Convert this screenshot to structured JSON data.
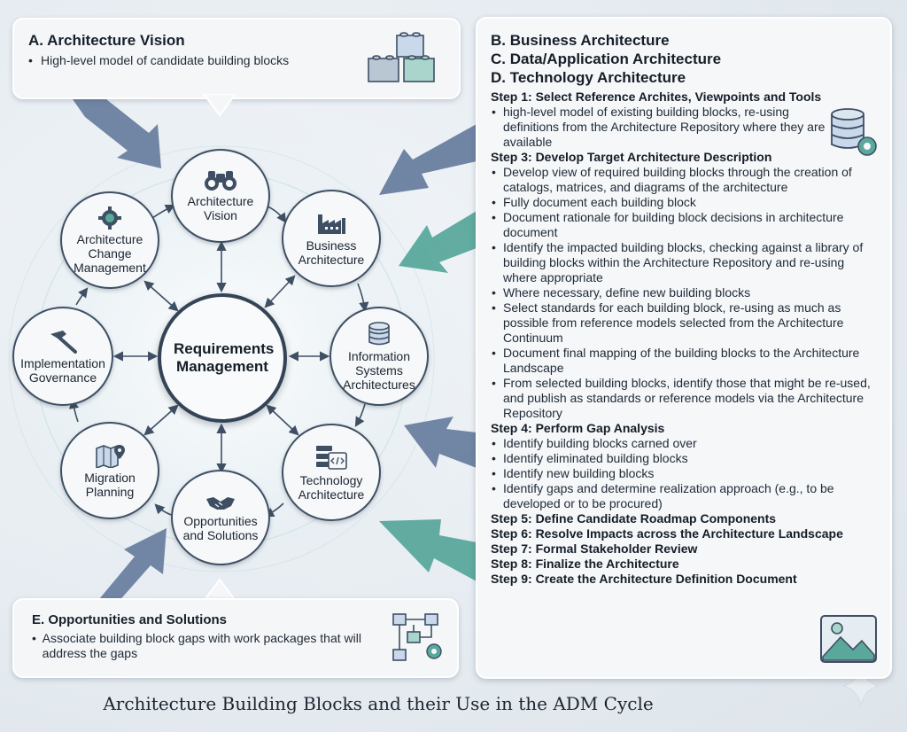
{
  "caption": "Architecture Building Blocks and their Use in the ADM Cycle",
  "colors": {
    "slate_arrow": "#6a7fa0",
    "teal_arrow": "#5aa89c",
    "node_border": "#3f5064",
    "icon_dark": "#3e4f63"
  },
  "callout_a": {
    "title": "A. Architecture Vision",
    "items": [
      "High-level model of candidate building blocks"
    ],
    "icon": "building-blocks-icon"
  },
  "callout_e": {
    "title": "E. Opportunities and Solutions",
    "items": [
      "Associate building block gaps with work packages that will address the gaps"
    ],
    "icon": "workflow-gear-icon"
  },
  "right_panel": {
    "headings": [
      "B. Business Architecture",
      "C. Data/Application Architecture",
      "D. Technology Architecture"
    ],
    "database_icon": "database-gear-icon",
    "image_icon": "image-icon",
    "steps": [
      {
        "title": "Step 1: Select Reference Archites, Viewpoints and Tools",
        "items": [
          "high-level model of existing building blocks, re-using definitions from the Architecture Repository where they are available"
        ]
      },
      {
        "title": "Step 3: Develop Target Architecture Description",
        "items": [
          "Develop view of required building blocks through the creation of catalogs, matrices, and diagrams of the architecture",
          "Fully document each building block",
          "Document rationale for building block decisions in architecture document",
          "Identify the impacted building blocks, checking against a library of building blocks within the Architecture Repository and re-using where appropriate",
          "Where necessary, define new building blocks",
          "Select standards for each building block, re-using as much as possible from reference models selected from the Architecture Continuum",
          "Document final mapping of the building blocks to the Architecture Landscape",
          "From selected building blocks, identify those that might be re-used, and publish as standards or reference models via the Architecture Repository"
        ]
      },
      {
        "title": "Step 4: Perform Gap Analysis",
        "items": [
          "Identify building blocks carned over",
          "Identify eliminated building blocks",
          "Identify new building blocks",
          "Identify gaps and determine realization approach (e.g., to be developed or to be procured)"
        ]
      },
      {
        "title": "Step 5: Define Candidate Roadmap Components",
        "items": []
      },
      {
        "title": "Step 6: Resolve Impacts across the Architecture Landscape",
        "items": []
      },
      {
        "title": "Step 7: Formal Stakeholder Review",
        "items": []
      },
      {
        "title": "Step 8: Finalize the Architecture",
        "items": []
      },
      {
        "title": "Step 9: Create the Architecture Definition Document",
        "items": []
      }
    ]
  },
  "cycle": {
    "center": "Requirements Management",
    "nodes": [
      {
        "id": "vision",
        "label": "Architecture Vision",
        "icon": "binoculars-icon"
      },
      {
        "id": "business",
        "label": "Business Architecture",
        "icon": "factory-icon"
      },
      {
        "id": "information",
        "label": "Information Systems Architectures",
        "icon": "database-icon"
      },
      {
        "id": "technology",
        "label": "Technology Architecture",
        "icon": "server-code-icon"
      },
      {
        "id": "opportunities",
        "label": "Opportunities and Solutions",
        "icon": "handshake-icon"
      },
      {
        "id": "migration",
        "label": "Migration Planning",
        "icon": "map-pin-icon"
      },
      {
        "id": "implementation",
        "label": "Implementation Governance",
        "icon": "hammer-icon"
      },
      {
        "id": "change",
        "label": "Architecture Change Management",
        "icon": "gear-globe-icon"
      }
    ]
  }
}
